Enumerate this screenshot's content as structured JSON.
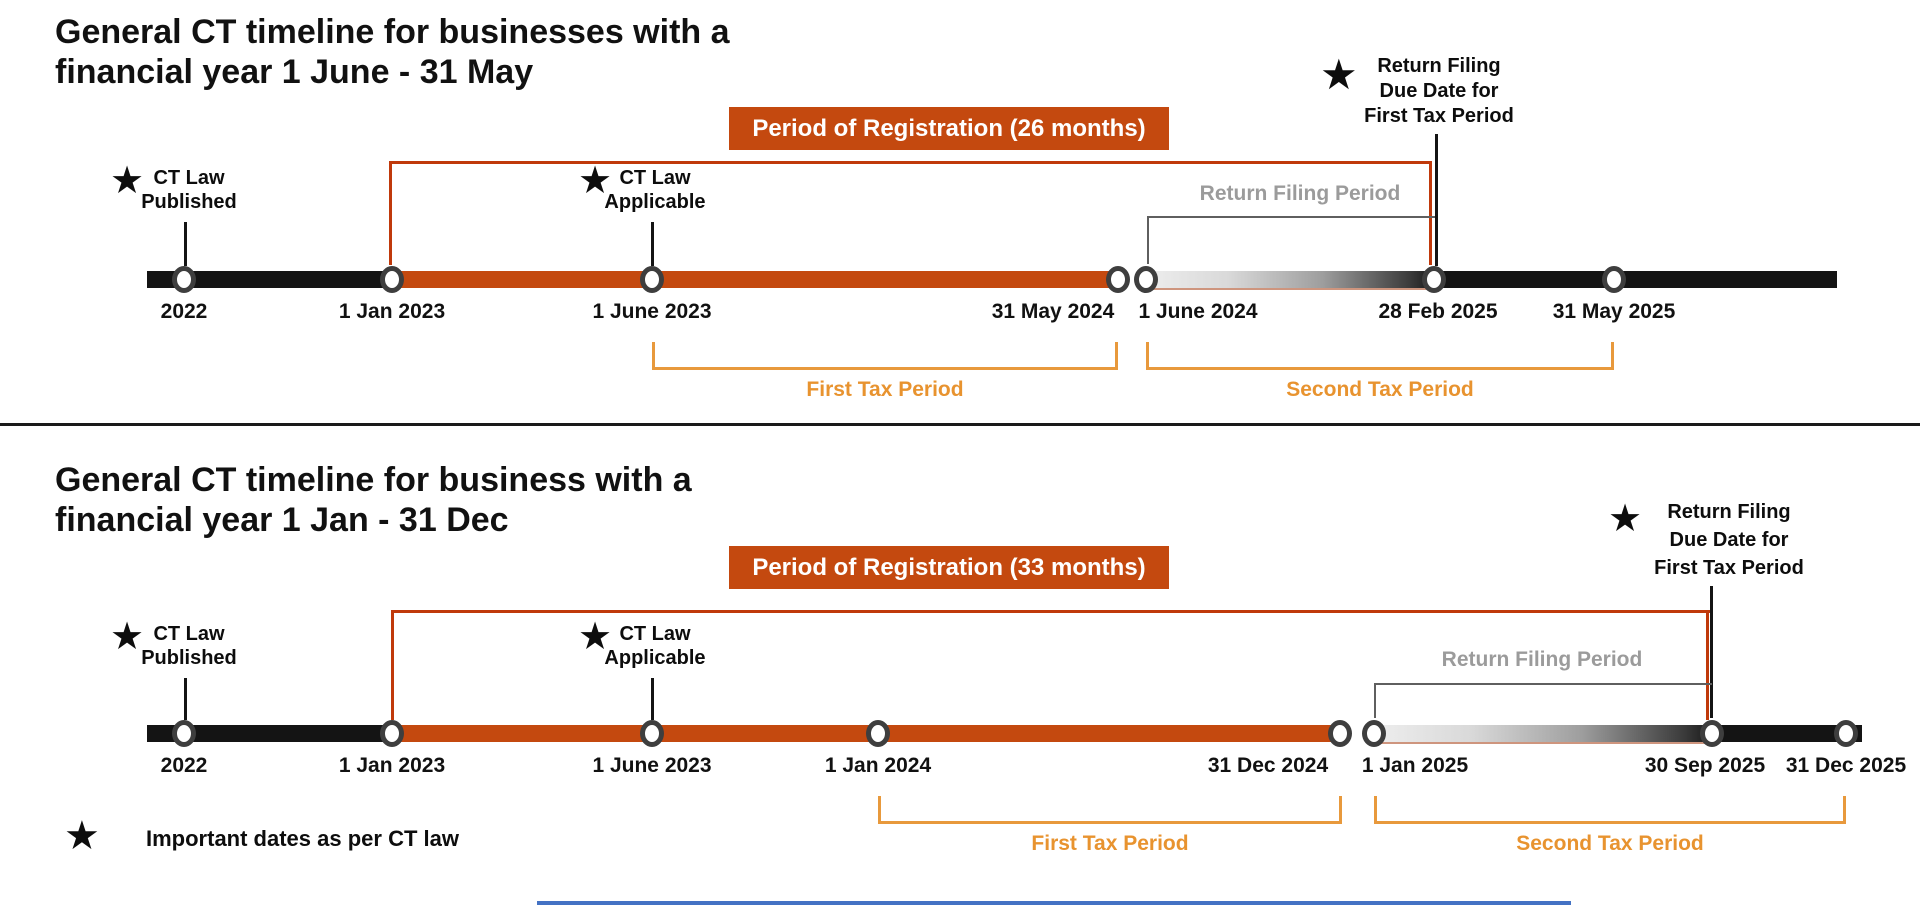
{
  "icons": {
    "star": "★"
  },
  "colors": {
    "accent_orange": "#C4490F",
    "bracket_red": "#C0390B",
    "tax_period_orange": "#E8932F",
    "gray_text": "#9B9B9B",
    "bar_black": "#141414",
    "bottom_blue_line": "#4472C4"
  },
  "legend": {
    "label": "Important dates as per CT law"
  },
  "sections": [
    {
      "title_line1": "General CT timeline for businesses with a",
      "title_line2": "financial year 1 June - 31 May",
      "registration_banner": "Period of Registration (26 months)",
      "ct_law_published_line1": "CT Law",
      "ct_law_published_line2": "Published",
      "ct_law_applicable_line1": "CT Law",
      "ct_law_applicable_line2": "Applicable",
      "return_filing_due_line1": "Return Filing",
      "return_filing_due_line2": "Due Date for",
      "return_filing_due_line3": "First Tax Period",
      "return_filing_period_label": "Return Filing Period",
      "dates": [
        "2022",
        "1 Jan 2023",
        "1 June 2023",
        "31 May 2024",
        "1 June 2024",
        "28 Feb 2025",
        "31 May 2025"
      ],
      "first_tax_period_label": "First Tax Period",
      "second_tax_period_label": "Second Tax Period"
    },
    {
      "title_line1": "General CT timeline for business with a",
      "title_line2": "financial year 1 Jan - 31 Dec",
      "registration_banner": "Period of Registration (33 months)",
      "ct_law_published_line1": "CT Law",
      "ct_law_published_line2": "Published",
      "ct_law_applicable_line1": "CT Law",
      "ct_law_applicable_line2": "Applicable",
      "return_filing_due_line1": "Return Filing",
      "return_filing_due_line2": "Due Date for",
      "return_filing_due_line3": "First Tax Period",
      "return_filing_period_label": "Return Filing Period",
      "dates": [
        "2022",
        "1 Jan 2023",
        "1 June 2023",
        "1 Jan 2024",
        "31 Dec 2024",
        "1 Jan 2025",
        "30 Sep 2025",
        "31 Dec 2025"
      ],
      "first_tax_period_label": "First Tax Period",
      "second_tax_period_label": "Second Tax Period"
    }
  ]
}
